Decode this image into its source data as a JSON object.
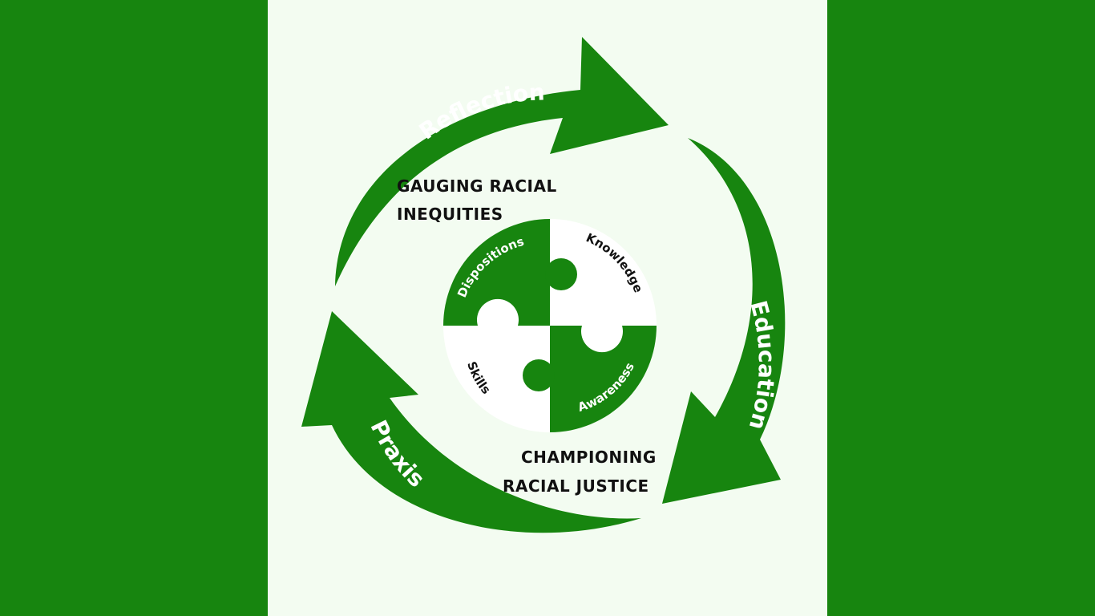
{
  "colors": {
    "frame": "#17850f",
    "background": "#f3fcf1",
    "arrow": "#17850f",
    "text_light": "#ffffff",
    "text_dark": "#111111"
  },
  "cycle": {
    "reflection": "Reflection",
    "education": "Education",
    "praxis": "Praxis"
  },
  "phases": {
    "gauging_line1": "GAUGING RACIAL",
    "gauging_line2": "INEQUITIES",
    "championing_line1": "CHAMPIONING",
    "championing_line2": "RACIAL JUSTICE"
  },
  "puzzle": {
    "dispositions": "Dispositions",
    "knowledge": "Knowledge",
    "skills": "Skills",
    "awareness": "Awareness"
  }
}
